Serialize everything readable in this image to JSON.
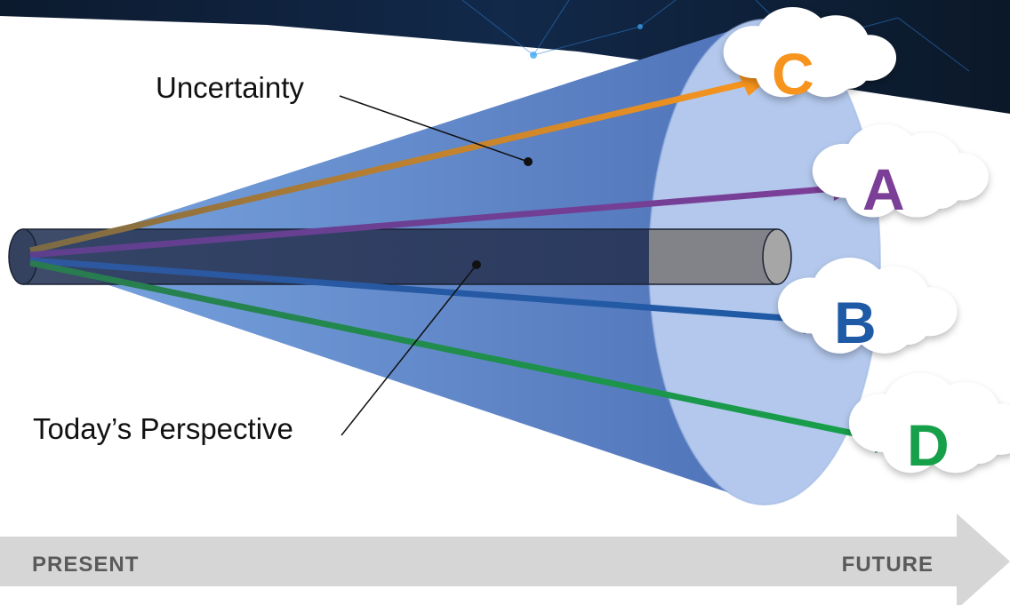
{
  "labels": {
    "uncertainty": "Uncertainty",
    "perspective": "Today’s Perspective"
  },
  "timeline": {
    "start": "PRESENT",
    "end": "FUTURE"
  },
  "scenarios": [
    {
      "id": "C",
      "label": "C",
      "color": "#f7941d",
      "line_start": "#7a6a45"
    },
    {
      "id": "A",
      "label": "A",
      "color": "#7c3f98",
      "line_start": "#6d3f90"
    },
    {
      "id": "B",
      "label": "B",
      "color": "#1f5aa6",
      "line_start": "#2e58a0"
    },
    {
      "id": "D",
      "label": "D",
      "color": "#16a04a",
      "line_start": "#2a7a50"
    }
  ],
  "colors": {
    "cone_light": "#7aa6e0",
    "cone_dark": "#4f72b8",
    "ellipse": "#b3c8ec",
    "tube": "#2e3c5c",
    "tube_cap": "#a6a6a6",
    "arrow_band": "#d6d6d6",
    "header_dark": "#0d1e33"
  }
}
